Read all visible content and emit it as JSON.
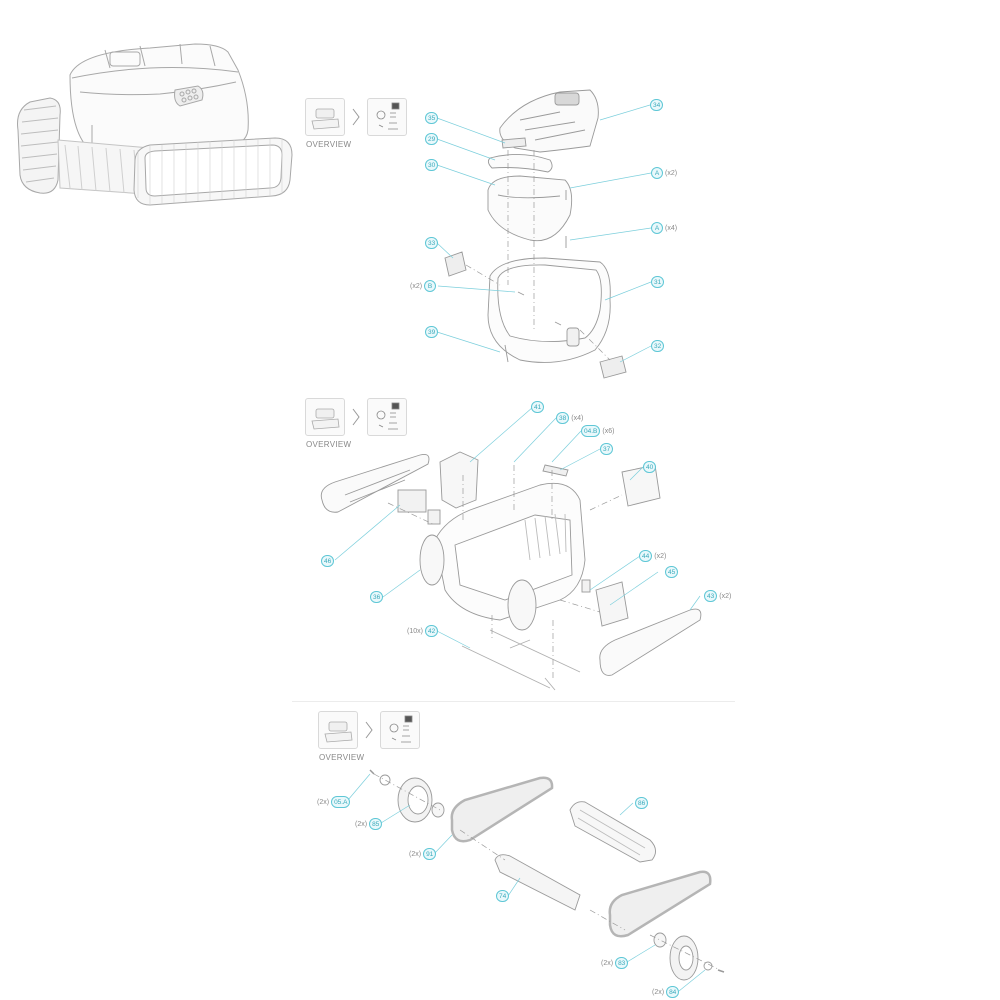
{
  "hero": {
    "name": "robot-overview-illustration"
  },
  "sections": [
    {
      "id": "top-cover",
      "nav": {
        "overview_label": "OVERVIEW",
        "chevron": "chevron-right-icon"
      },
      "callouts": [
        {
          "label": "35",
          "qty": ""
        },
        {
          "label": "29",
          "qty": ""
        },
        {
          "label": "30",
          "qty": ""
        },
        {
          "label": "34",
          "qty": ""
        },
        {
          "label": "A",
          "qty": "(x2)"
        },
        {
          "label": "A",
          "qty": "(x4)"
        },
        {
          "label": "33",
          "qty": ""
        },
        {
          "label": "B",
          "qty": "(x2)"
        },
        {
          "label": "31",
          "qty": ""
        },
        {
          "label": "39",
          "qty": ""
        },
        {
          "label": "32",
          "qty": ""
        }
      ]
    },
    {
      "id": "chassis",
      "nav": {
        "overview_label": "OVERVIEW",
        "chevron": "chevron-right-icon"
      },
      "callouts": [
        {
          "label": "41",
          "qty": ""
        },
        {
          "label": "38",
          "qty": "(x4)"
        },
        {
          "label": "04.B",
          "qty": "(x6)"
        },
        {
          "label": "37",
          "qty": ""
        },
        {
          "label": "40",
          "qty": ""
        },
        {
          "label": "46",
          "qty": ""
        },
        {
          "label": "36",
          "qty": ""
        },
        {
          "label": "44",
          "qty": "(x2)"
        },
        {
          "label": "45",
          "qty": ""
        },
        {
          "label": "43",
          "qty": "(x2)"
        },
        {
          "label": "42",
          "qty": "(10x)"
        }
      ]
    },
    {
      "id": "drive-tracks",
      "nav": {
        "overview_label": "OVERVIEW",
        "chevron": "chevron-right-icon"
      },
      "callouts": [
        {
          "label": "05.A",
          "qty": "(2x)"
        },
        {
          "label": "85",
          "qty": "(2x)"
        },
        {
          "label": "91",
          "qty": "(2x)"
        },
        {
          "label": "86",
          "qty": ""
        },
        {
          "label": "74",
          "qty": ""
        },
        {
          "label": "83",
          "qty": "(2x)"
        },
        {
          "label": "84",
          "qty": "(2x)"
        }
      ]
    }
  ],
  "colors": {
    "accent": "#5fc7d6",
    "accent_fill": "#e9f8fb",
    "line": "#9a9a9a",
    "leader": "#7ccfdc",
    "separator": "#ececec"
  }
}
